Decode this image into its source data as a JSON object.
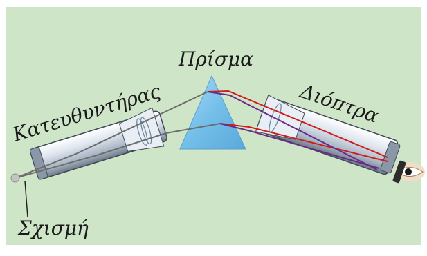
{
  "diagram": {
    "type": "spectroscope",
    "labels": {
      "prism": "Πρίσμα",
      "collimator": "Κατευθυντήρας",
      "telescope": "Διόπτρα",
      "slit": "Σχισμή"
    },
    "colors": {
      "background": "#cfe5c8",
      "border": "#ffffff",
      "tube_light": "#dfe6ee",
      "tube_mid": "#a7b4c3",
      "tube_dark": "#4f5b68",
      "prism": "#7cc3ea",
      "ray_white": "#6d6d6d",
      "ray_red": "#d01b1b",
      "ray_violet": "#6a2a8a",
      "eye": "#e8c8a8"
    }
  }
}
